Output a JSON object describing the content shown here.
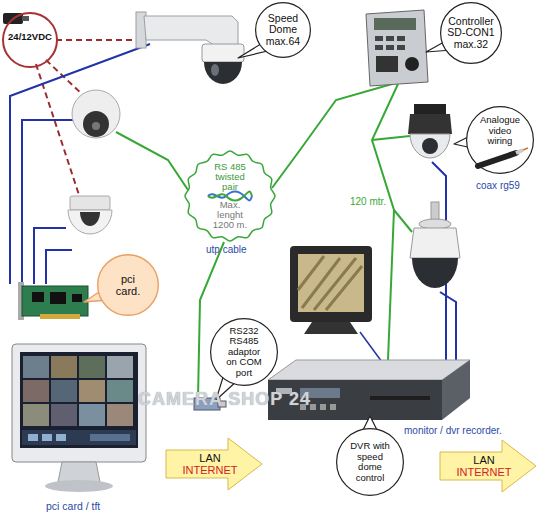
{
  "diagram": {
    "nodes": [
      {
        "text": [
          "24/12VDC"
        ]
      },
      {
        "text": [
          "Speed Dome max.64"
        ]
      },
      {
        "text": [
          "Controller SD-CON1 max.32"
        ]
      },
      {
        "text": [
          "Analogue video wiring"
        ]
      },
      {
        "text": [
          "RS 485 twisted pair",
          "Max. lenght 1200 m."
        ]
      },
      {
        "text": [
          "pci card."
        ]
      },
      {
        "text": [
          "RS232 RS485 adaptor on COM port"
        ]
      },
      {
        "text": [
          "LAN",
          "INTERNET"
        ]
      },
      {
        "text": [
          "DVR with speed dome control"
        ]
      },
      {
        "text": [
          "LAN",
          "INTERNET"
        ]
      }
    ],
    "labels": [
      "coax rg59",
      "120 mtr.",
      "utp cable",
      "CAMERA SHOP 24",
      "monitor / dvr recorder.",
      "pci card / tft"
    ]
  }
}
